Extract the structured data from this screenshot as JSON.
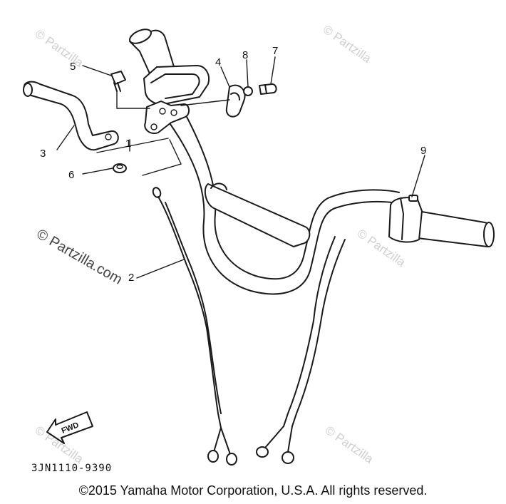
{
  "watermark": {
    "symbol": "©",
    "brand": "Partzilla",
    "center_text": "© Partzilla.com"
  },
  "diagram": {
    "part_labels": [
      "1",
      "2",
      "3",
      "4",
      "5",
      "6",
      "7",
      "8",
      "9"
    ],
    "direction_arrow": "FWD",
    "drawing_code": "3JN1110-9390"
  },
  "footer": {
    "copyright": "©2015 Yamaha Motor Corporation, U.S.A. All rights reserved."
  },
  "colors": {
    "line": "#1a1a1a",
    "watermark": "#cfcfcf",
    "background": "#ffffff"
  }
}
